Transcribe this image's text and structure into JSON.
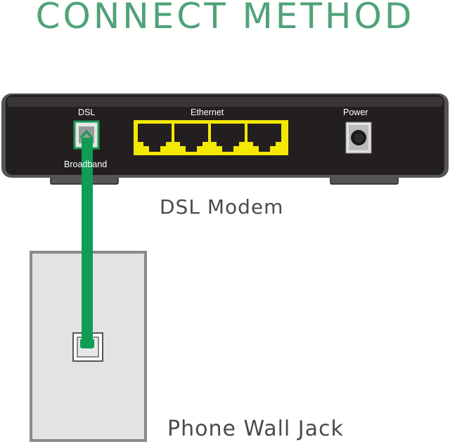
{
  "title": "CONNECT METHOD",
  "modem": {
    "name": "DSL Modem",
    "ports": {
      "dsl": "DSL",
      "broadband": "Broadband",
      "ethernet": "Ethernet",
      "power": "Power"
    },
    "ethernet_port_count": 4
  },
  "wall_jack": {
    "name": "Phone Wall Jack"
  },
  "colors": {
    "title": "#4fa378",
    "cable": "#0f9d55",
    "modem_body": "#231f20",
    "ethernet_port_frame": "#f4e900",
    "wall_plate": "#e3e3e3"
  }
}
